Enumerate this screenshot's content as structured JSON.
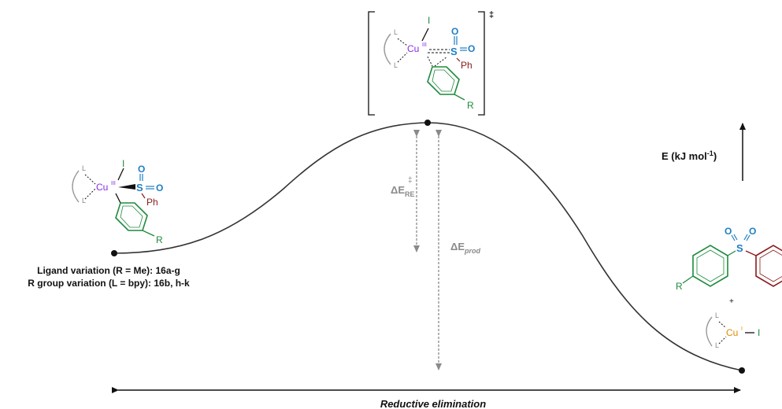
{
  "colors": {
    "aryl": "#1e8a3c",
    "sulfonyl": "#1f7fc4",
    "phenyl": "#8a1a1a",
    "copper_III": "#8a2be2",
    "copper_I": "#e08a00",
    "annotation": "#8a8a8a"
  },
  "axis": {
    "energy_label": "E (kJ mol",
    "energy_sup": "-1",
    "energy_close": ")"
  },
  "x_axis_label": "Reductive elimination",
  "annotations": {
    "barrier_delta": "ΔE",
    "barrier_sub": "RE",
    "barrier_dagger": "‡",
    "product_delta": "ΔE",
    "product_sub": "prod"
  },
  "captions": {
    "ligand_variation": "Ligand variation (R = Me): 16a-g",
    "r_group_variation": "R group variation (L = bpy): 16b, h-k"
  },
  "reactant": {
    "metal": "Cu",
    "oxidation": "III",
    "halide": "I",
    "ligand": "L",
    "sulfur": "S",
    "oxygen": "O",
    "phenyl": "Ph",
    "r_group": "R"
  },
  "transition_state": {
    "metal": "Cu",
    "oxidation": "III",
    "halide": "I",
    "ligand": "L",
    "sulfur": "S",
    "oxygen": "O",
    "phenyl": "Ph",
    "r_group": "R",
    "dagger": "‡"
  },
  "product": {
    "sulfur": "S",
    "oxygen": "O",
    "r_group": "R",
    "plus": "+",
    "metal": "Cu",
    "oxidation": "I",
    "halide": "I",
    "ligand": "L"
  }
}
